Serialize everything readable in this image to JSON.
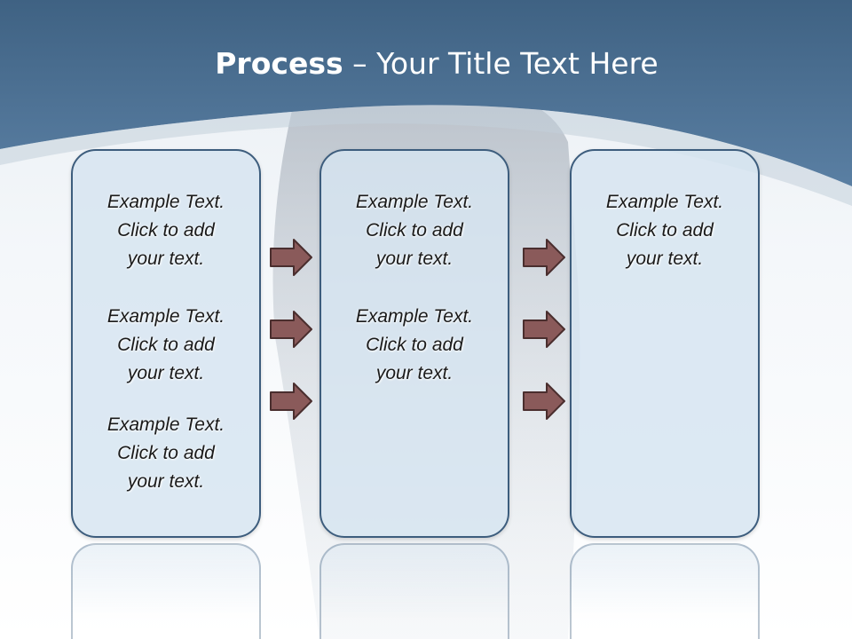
{
  "title": {
    "bold": "Process",
    "rest": " – Your Title Text Here"
  },
  "columns": [
    {
      "blurbs": [
        {
          "line1": "Example Text.",
          "line2": "Click  to add",
          "line3": "your text."
        },
        {
          "line1": "Example Text.",
          "line2": "Click  to add",
          "line3": "your text."
        },
        {
          "line1": "Example Text.",
          "line2": "Click  to add",
          "line3": "your text."
        }
      ]
    },
    {
      "blurbs": [
        {
          "line1": "Example Text.",
          "line2": "Click  to add",
          "line3": "your text."
        },
        {
          "line1": "Example Text.",
          "line2": "Click  to add",
          "line3": "your text."
        }
      ]
    },
    {
      "blurbs": [
        {
          "line1": "Example Text.",
          "line2": "Click  to add",
          "line3": "your text."
        }
      ]
    }
  ],
  "icons": {
    "arrow": "arrow-right-icon"
  },
  "colors": {
    "header": "#4a6e91",
    "box_border": "#3d5d7d",
    "box_fill": "#d6e4f0",
    "arrow_fill": "#8a5a5a",
    "arrow_stroke": "#4a2e2e"
  }
}
